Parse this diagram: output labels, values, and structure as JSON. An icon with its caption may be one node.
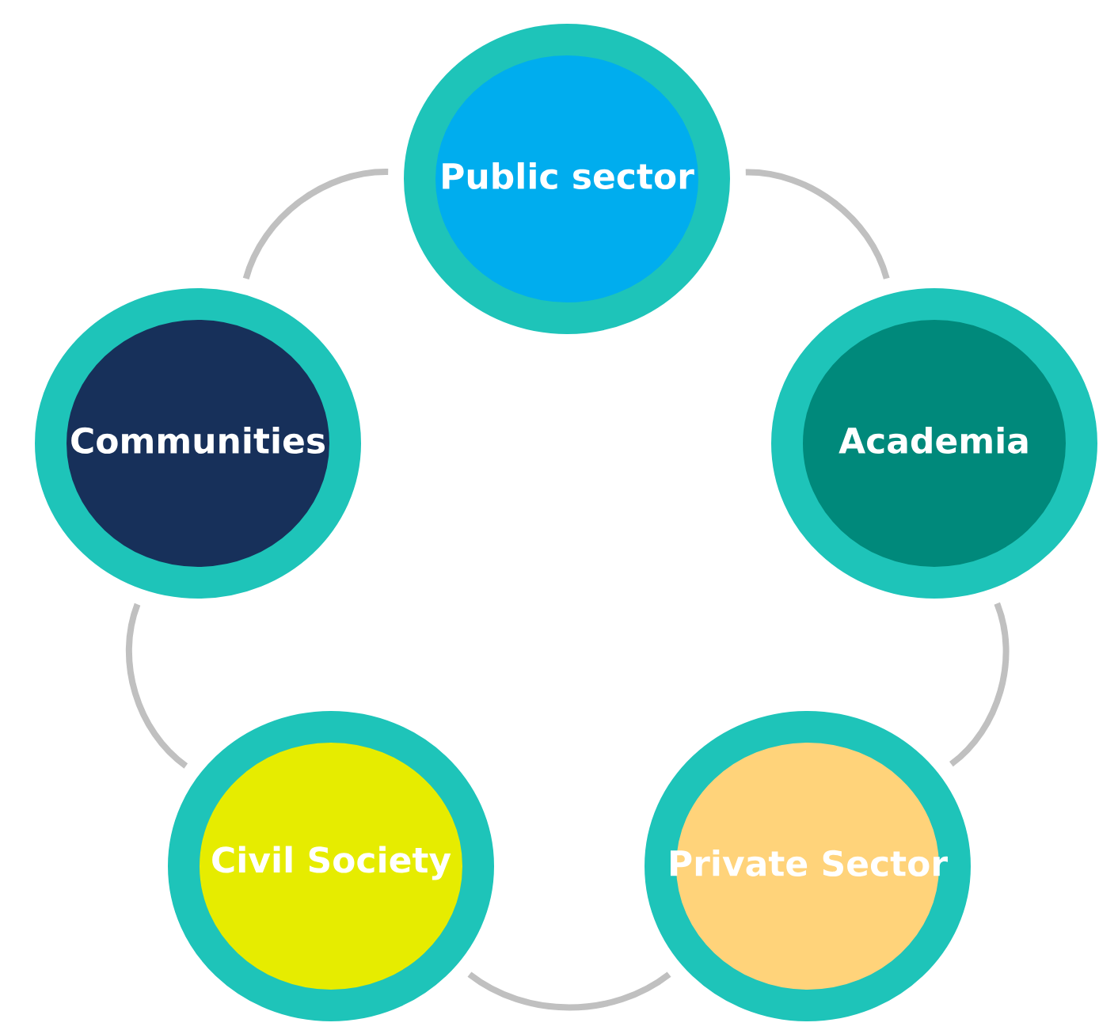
{
  "diagram": {
    "nodes": [
      {
        "text": [
          "Public sector"
        ]
      },
      {
        "text": [
          "Communities"
        ]
      },
      {
        "text": [
          "Academia"
        ]
      },
      {
        "text": [
          "Civil Society"
        ]
      },
      {
        "text": [
          "Private Sector"
        ]
      }
    ],
    "edges": [
      {
        "from": 0,
        "to": 2,
        "arrow": "none"
      },
      {
        "from": 2,
        "to": 4,
        "arrow": "none"
      },
      {
        "from": 4,
        "to": 3,
        "arrow": "none"
      },
      {
        "from": 3,
        "to": 1,
        "arrow": "none"
      },
      {
        "from": 1,
        "to": 0,
        "arrow": "none"
      }
    ]
  }
}
